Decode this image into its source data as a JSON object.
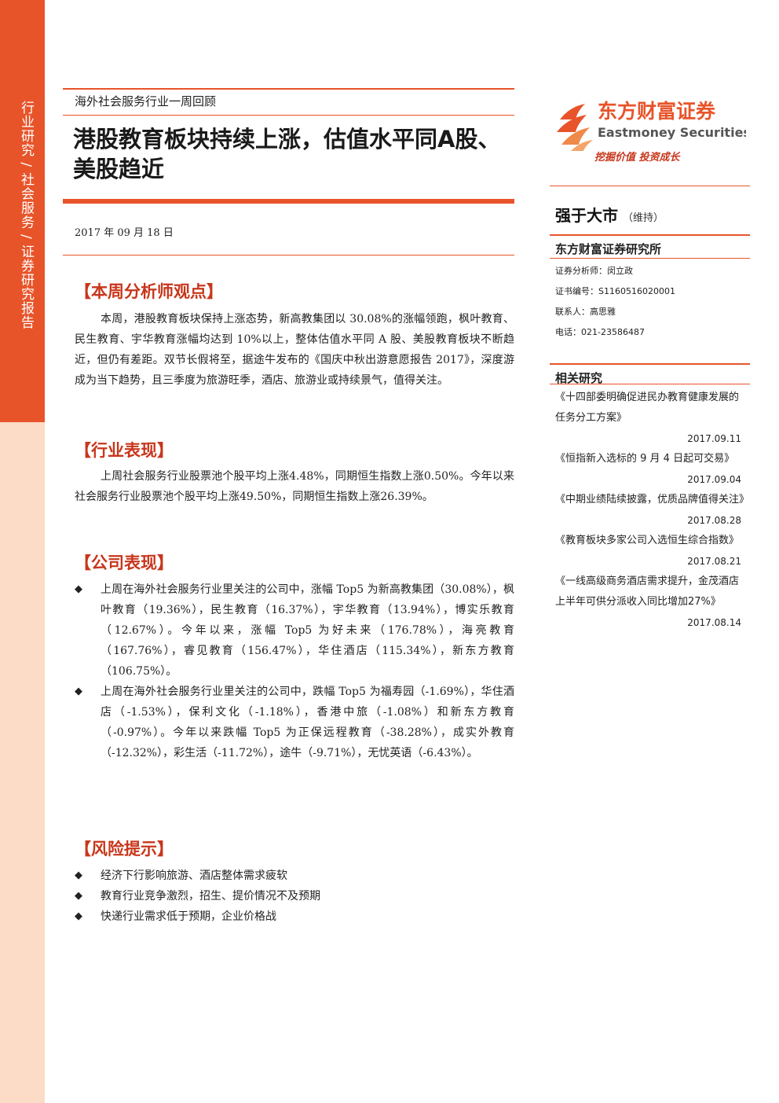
{
  "sidebar": {
    "text": "行业研究 / 社会服务 / 证券研究报告"
  },
  "header": {
    "subtitle": "海外社会服务行业一周回顾",
    "title": "港股教育板块持续上涨，估值水平同A股、美股趋近",
    "date": "2017 年 09 月 18 日"
  },
  "sections": {
    "view": {
      "title": "【本周分析师观点】",
      "text": "本周，港股教育板块保持上涨态势，新高教集团以 30.08%的涨幅领跑，枫叶教育、民生教育、宇华教育涨幅均达到 10%以上，整体估值水平同 A 股、美股教育板块不断趋近，但仍有差距。双节长假将至，据途牛发布的《国庆中秋出游意愿报告 2017》，深度游成为当下趋势，且三季度为旅游旺季，酒店、旅游业或持续景气，值得关注。"
    },
    "industry": {
      "title": "【行业表现】",
      "text": "上周社会服务行业股票池个股平均上涨4.48%，同期恒生指数上涨0.50%。今年以来社会服务行业股票池个股平均上涨49.50%，同期恒生指数上涨26.39%。"
    },
    "company": {
      "title": "【公司表现】",
      "bullets": [
        "上周在海外社会服务行业里关注的公司中，涨幅 Top5 为新高教集团（30.08%），枫叶教育（19.36%），民生教育（16.37%），宇华教育（13.94%），博实乐教育（12.67%）。今年以来，涨幅 Top5 为好未来（176.78%），海亮教育（167.76%），睿见教育（156.47%），华住酒店（115.34%），新东方教育（106.75%）。",
        "上周在海外社会服务行业里关注的公司中，跌幅 Top5 为福寿园（-1.69%），华住酒店（-1.53%），保利文化（-1.18%），香港中旅（-1.08%）和新东方教育（-0.97%）。今年以来跌幅 Top5 为正保远程教育（-38.28%），成实外教育（-12.32%），彩生活（-11.72%），途牛（-9.71%），无忧英语（-6.43%）。"
      ]
    },
    "risk": {
      "title": "【风险提示】",
      "bullets": [
        "经济下行影响旅游、酒店整体需求疲软",
        "教育行业竞争激烈，招生、提价情况不及预期",
        "快递行业需求低于预期，企业价格战"
      ]
    }
  },
  "bullet_symbol": "◆",
  "brand": {
    "name_cn": "东方财富证券",
    "name_en": "Eastmoney Securities",
    "slogan": "挖掘价值 投资成长",
    "accent": "#e8542a"
  },
  "rating": {
    "main": "强于大市",
    "sub": "（维持）"
  },
  "institute": {
    "name": "东方财富证券研究所",
    "analyst": "证券分析师：闵立政",
    "cert": "证书编号：S1160516020001",
    "contact": "联系人：高思雅",
    "phone": "电话：021-23586487"
  },
  "related": {
    "title": "相关研究",
    "items": [
      {
        "title": "《十四部委明确促进民办教育健康发展的任务分工方案》",
        "date": "2017.09.11"
      },
      {
        "title": "《恒指新入选标的 9 月 4 日起可交易》",
        "date": "2017.09.04"
      },
      {
        "title": "《中期业绩陆续披露，优质品牌值得关注》",
        "date": "2017.08.28"
      },
      {
        "title": "《教育板块多家公司入选恒生综合指数》",
        "date": "2017.08.21"
      },
      {
        "title": "《一线高级商务酒店需求提升，金茂酒店上半年可供分派收入同比增加27%》",
        "date": "2017.08.14"
      }
    ]
  }
}
